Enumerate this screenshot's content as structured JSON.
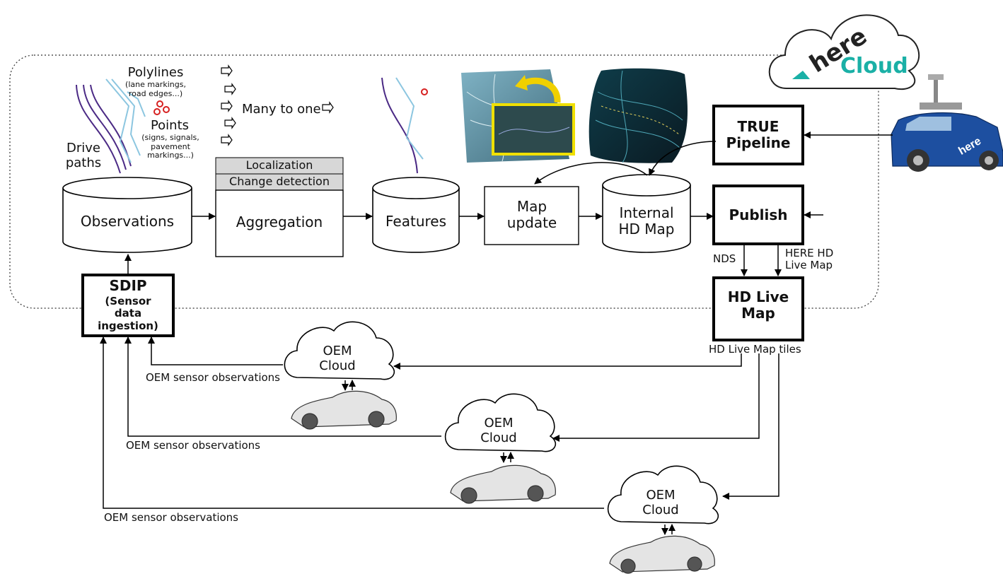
{
  "top_flow": {
    "polylines_title": "Polylines",
    "polylines_sub": "(lane markings, road edges...)",
    "points_title": "Points",
    "points_sub": "(signs, signals, pavement markings...)",
    "drive_paths": "Drive paths",
    "many_to_one": "Many to one"
  },
  "nodes": {
    "observations": "Observations",
    "localization": "Localization",
    "change_detection": "Change detection",
    "aggregation": "Aggregation",
    "features": "Features",
    "map_update": "Map update",
    "internal_hd_map": "Internal HD Map",
    "true_pipeline": "TRUE Pipeline",
    "publish": "Publish",
    "hd_live_map": "HD Live Map",
    "sdip": "SDIP",
    "sdip_sub": "(Sensor data ingestion)",
    "oem_cloud": "OEM Cloud"
  },
  "edge_labels": {
    "nds": "NDS",
    "here_hd_live_map": "HERE HD Live Map",
    "hd_live_map_tiles": "HD Live Map tiles",
    "oem_sensor_observations": "OEM sensor observations"
  },
  "branding": {
    "logo_word": "here",
    "cloud_word": "Cloud",
    "accent": "#1ab0a6",
    "vehicle_color": "#1d4fa0"
  },
  "icons": [
    "right-arrow-icon",
    "car-icon",
    "survey-vehicle-icon",
    "cloud-icon"
  ]
}
